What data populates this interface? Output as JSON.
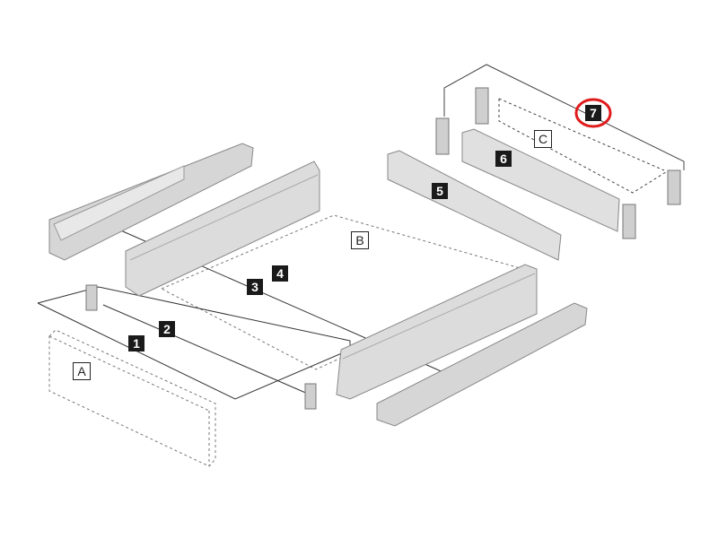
{
  "parts": [
    {
      "id": "1",
      "label": "1"
    },
    {
      "id": "2",
      "label": "2"
    },
    {
      "id": "3",
      "label": "3"
    },
    {
      "id": "4",
      "label": "4"
    },
    {
      "id": "5",
      "label": "5"
    },
    {
      "id": "6",
      "label": "6"
    },
    {
      "id": "7",
      "label": "7"
    }
  ],
  "panels": [
    {
      "id": "A",
      "label": "A"
    },
    {
      "id": "B",
      "label": "B"
    },
    {
      "id": "C",
      "label": "C"
    }
  ],
  "highlight": {
    "part": "7",
    "color": "#e01b1b"
  },
  "colors": {
    "metal": "#d4d4d4",
    "metal_dark": "#9a9a9a",
    "line": "#333333"
  }
}
